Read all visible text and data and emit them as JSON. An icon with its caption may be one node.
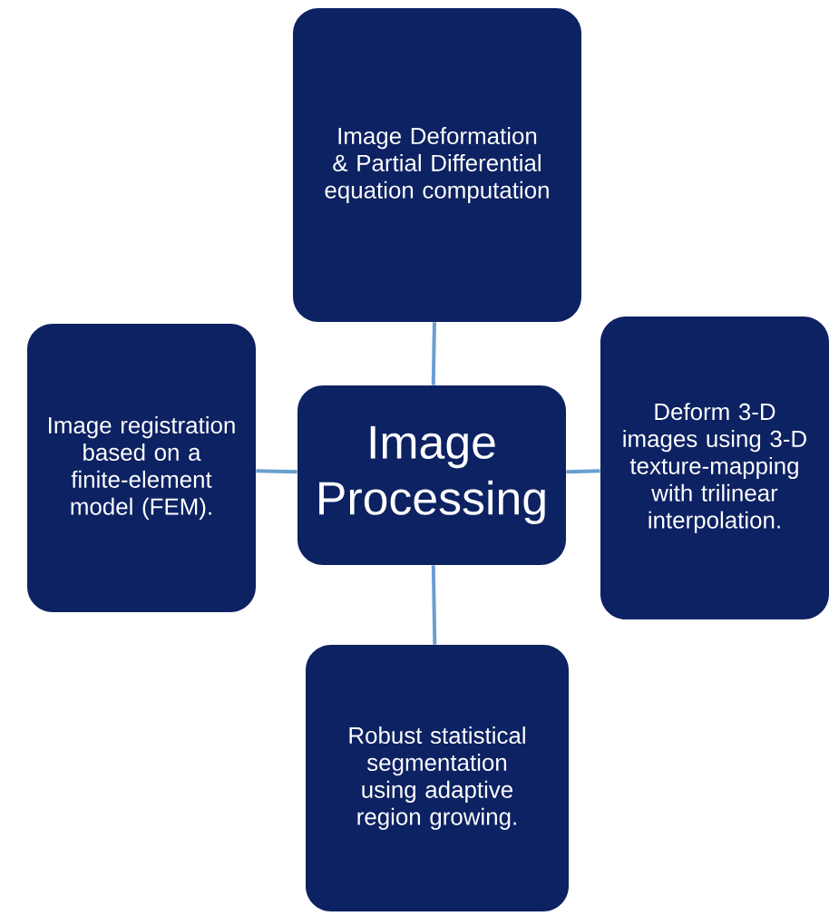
{
  "diagram": {
    "nodes": [
      {
        "text": [
          "Image Processing"
        ]
      },
      {
        "text": [
          "Image Deformation & Partial Differential equation computation"
        ]
      },
      {
        "text": [
          "Image registration based on a finite-element model (FEM)."
        ]
      },
      {
        "text": [
          "Deform 3-D images using 3-D texture-mapping with trilinear interpolation."
        ]
      },
      {
        "text": [
          "Robust statistical segmentation using adaptive region growing."
        ]
      }
    ],
    "edges": [
      {
        "from": 0,
        "to": 1,
        "arrow": "none"
      },
      {
        "from": 0,
        "to": 2,
        "arrow": "none"
      },
      {
        "from": 0,
        "to": 3,
        "arrow": "none"
      },
      {
        "from": 0,
        "to": 4,
        "arrow": "none"
      }
    ]
  }
}
